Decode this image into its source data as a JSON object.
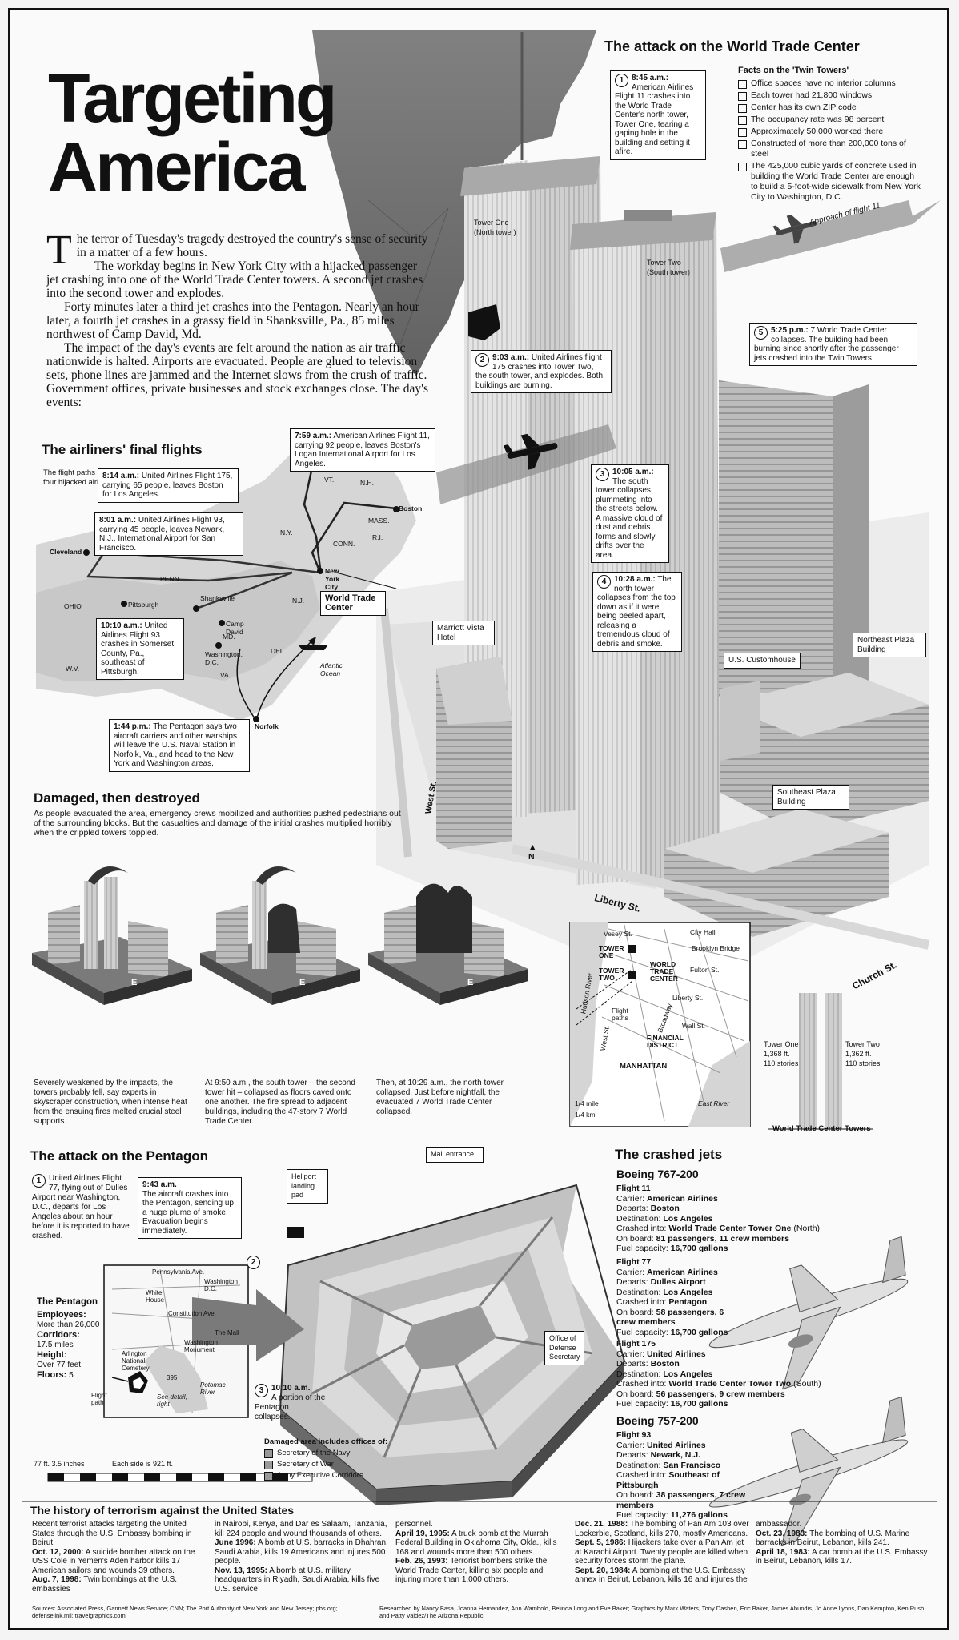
{
  "title_line1": "Targeting",
  "title_line2": "America",
  "intro": {
    "dropcap": "T",
    "p1": "he terror of Tuesday's tragedy destroyed the country's sense of security in a matter of a few hours.",
    "p2": "The workday begins in New York City  with a hijacked passenger jet crashing into one of the World Trade Center towers. A second jet crashes into the second tower and explodes.",
    "p3": "Forty minutes later a third jet crashes into the Pentagon. Nearly an hour later, a fourth jet crashes in a grassy field  in Shanksville, Pa., 85 miles northwest of Camp David, Md.",
    "p4": "The impact of the day's events are felt around the nation as air traffic nationwide is halted.  Airports are evacuated. People are glued to television sets, phone lines are jammed and the Internet slows from the crush of  traffic. Government offices, private businesses and stock exchanges close. The day's events:"
  },
  "wtc": {
    "heading": "The attack on the World Trade Center",
    "facts_heading": "Facts on the 'Twin Towers'",
    "facts": [
      "Office spaces have no interior columns",
      "Each tower had 21,800 windows",
      "Center has its own ZIP code",
      "The occupancy rate was 98 percent",
      "Approximately 50,000 worked there",
      "Constructed of more than 200,000 tons of steel",
      "The 425,000 cubic yards of concrete used in building the World Trade Center are enough to build a 5-foot-wide sidewalk from New York City to Washington, D.C."
    ],
    "approach_label": "Approach of flight 11",
    "tower_one": "Tower One (North tower)",
    "tower_two": "Tower Two (South tower)",
    "events": [
      {
        "num": "1",
        "time": "8:45 a.m.:",
        "text": "American Airlines Flight 11 crashes into the World Trade Center's north tower, Tower One, tearing a gaping hole in the building and setting it afire."
      },
      {
        "num": "2",
        "time": "9:03 a.m.:",
        "text": "United Airlines flight 175 crashes into Tower Two, the south tower, and explodes. Both buildings are burning."
      },
      {
        "num": "3",
        "time": "10:05 a.m.:",
        "text": "The south tower collapses, plummeting into the streets below. A massive cloud of dust and debris forms and slowly drifts over the area."
      },
      {
        "num": "4",
        "time": "10:28 a.m.:",
        "text": "The north tower collapses from the top down as if it were being peeled apart, releasing a tremendous cloud of debris and smoke."
      },
      {
        "num": "5",
        "time": "5:25 p.m.:",
        "text": "7 World Trade Center collapses. The building had been burning since shortly after the passenger jets crashed into the Twin Towers."
      }
    ],
    "labels": {
      "marriott": "Marriott Vista Hotel",
      "customs": "U.S. Customhouse",
      "northeast": "Northeast Plaza Building",
      "southeast": "Southeast Plaza Building",
      "west_st": "West St.",
      "liberty_st": "Liberty St.",
      "church_st": "Church St.",
      "north": "N"
    },
    "map": {
      "vesey": "Vesey St.",
      "tower_one": "TOWER ONE",
      "tower_two": "TOWER TWO",
      "wtc": "WORLD TRADE CENTER",
      "city_hall": "City Hall",
      "brooklyn_bridge": "Brooklyn Bridge",
      "fulton": "Fulton St.",
      "liberty": "Liberty St.",
      "broadway": "Broadway",
      "wall": "Wall St.",
      "hudson": "Hudson River",
      "west": "West St.",
      "flight_paths": "Flight paths",
      "financial": "FINANCIAL DISTRICT",
      "manhattan": "MANHATTAN",
      "east_river": "East River",
      "scale1": "1/4 mile",
      "scale2": "1/4 km"
    },
    "tower_one_stats": "Tower One 1,368 ft. 110 stories",
    "tower_two_stats": "Tower Two 1,362 ft. 110 stories",
    "towers_caption": "World Trade Center Towers"
  },
  "flights": {
    "heading": "The airliners' final flights",
    "sub": "The flight paths of three of the four hijacked airliners.",
    "boxes": [
      {
        "time": "7:59 a.m.:",
        "text": "American Airlines Flight 11, carrying 92 people, leaves Boston's Logan International Airport for Los Angeles."
      },
      {
        "time": "8:14 a.m.:",
        "text": "United Airlines Flight 175, carrying 65 people, leaves Boston for Los Angeles."
      },
      {
        "time": "8:01 a.m.:",
        "text": "United Airlines Flight 93, carrying 45 people, leaves Newark, N.J., International Airport for San Francisco."
      },
      {
        "time": "10:10 a.m.:",
        "text": "United Airlines Flight 93 crashes in Somerset County, Pa., southeast of Pittsburgh."
      },
      {
        "time": "1:44 p.m.:",
        "text": "The Pentagon says two aircraft carriers and other warships will leave the U.S. Naval Station in Norfolk, Va., and head to the New York and Washington areas."
      }
    ],
    "places": {
      "cleveland": "Cleveland",
      "pittsburgh": "Pittsburgh",
      "shanksville": "Shanksville",
      "camp_david": "Camp David",
      "washington": "Washington, D.C.",
      "new_york": "New York City",
      "boston": "Boston",
      "norfolk": "Norfolk",
      "atlantic": "Atlantic Ocean",
      "ohio": "OHIO",
      "penn": "PENN.",
      "ny": "N.Y.",
      "vt": "VT.",
      "nh": "N.H.",
      "mass": "MASS.",
      "ri": "R.I.",
      "conn": "CONN.",
      "nj": "N.J.",
      "md": "MD.",
      "del": "DEL.",
      "va": "VA.",
      "wv": "W.V.",
      "wtc": "World Trade Center"
    }
  },
  "damaged": {
    "heading": "Damaged, then destroyed",
    "intro": "As people evacuated the area, emergency crews mobilized and authorities pushed pedestrians out of the surrounding blocks. But the casualties and damage of the initial crashes multiplied horribly when the crippled towers toppled.",
    "captions": [
      "Severely weakened by the impacts, the towers probably fell, say experts in skyscraper construction, when intense heat from the ensuing fires melted crucial steel supports.",
      "At 9:50 a.m., the south tower – the second tower hit – collapsed as floors caved onto one another. The fire spread to adjacent buildings, including the 47-story 7 World Trade Center.",
      "Then, at 10:29 a.m., the north tower collapsed. Just before nightfall, the evacuated 7 World Trade Center collapsed."
    ],
    "e_label": "E"
  },
  "pentagon": {
    "heading": "The attack on the Pentagon",
    "events": [
      {
        "num": "1",
        "time": "",
        "text": "United Airlines Flight 77, flying out of Dulles Airport near Washington, D.C., departs for Los Angeles about an hour before it is reported to have crashed."
      },
      {
        "num": "2",
        "time": "9:43 a.m.",
        "text": "The aircraft crashes into the Pentagon, sending up a huge plume of smoke. Evacuation begins immediately."
      },
      {
        "num": "3",
        "time": "10:10 a.m.",
        "text": "A portion of the Pentagon collapses."
      }
    ],
    "mall_entrance": "Mall entrance",
    "helipad": "Heliport landing pad",
    "defense_office": "Office of Defense Secretary",
    "stats_heading": "The Pentagon",
    "stats": [
      {
        "label": "Employees:",
        "value": "More than 26,000"
      },
      {
        "label": "Corridors:",
        "value": "17.5 miles"
      },
      {
        "label": "Height:",
        "value": "Over 77 feet"
      },
      {
        "label": "Floors:",
        "value": "5"
      }
    ],
    "map_labels": {
      "pennsylvania": "Pennsylvania Ave.",
      "white_house": "White House",
      "washington": "Washington D.C.",
      "constitution": "Constitution Ave.",
      "mall": "The Mall",
      "monument": "Washington Monument",
      "arlington": "Arlington National Cemetery",
      "potomac": "Potomac River",
      "flight_path": "Flight path",
      "see_detail": "See detail, right",
      "route": "395"
    },
    "scale_left": "77 ft. 3.5 inches",
    "scale_right": "Each side is 921 ft.",
    "damaged_heading": "Damaged area includes offices of:",
    "damaged_items": [
      "Secretary of the Navy",
      "Secretary of War",
      "Army Executive Corridors"
    ]
  },
  "jets": {
    "heading": "The crashed jets",
    "model1": "Boeing 767-200",
    "model2": "Boeing 757-200",
    "flights": [
      {
        "name": "Flight 11",
        "carrier": "American Airlines",
        "departs": "Boston",
        "destination": "Los Angeles",
        "crashed": "World Trade Center Tower One",
        "crashed_extra": " (North)",
        "onboard": "81 passengers, 11 crew members",
        "fuel": "16,700 gallons"
      },
      {
        "name": "Flight 77",
        "carrier": "American Airlines",
        "departs": "Dulles Airport",
        "destination": "Los Angeles",
        "crashed": "Pentagon",
        "crashed_extra": "",
        "onboard": "58 passengers, 6 crew members",
        "fuel": "16,700 gallons"
      },
      {
        "name": "Flight 175",
        "carrier": "United Airlines",
        "departs": "Boston",
        "destination": "Los Angeles",
        "crashed": "World Trade Center Tower Two",
        "crashed_extra": " (South)",
        "onboard": "56 passengers, 9 crew members",
        "fuel": "16,700 gallons"
      },
      {
        "name": "Flight 93",
        "carrier": "United Airlines",
        "departs": "Newark, N.J.",
        "destination": "San Francisco",
        "crashed": "Southeast of Pittsburgh",
        "crashed_extra": "",
        "onboard": "38 passengers, 7 crew members",
        "fuel": "11,276 gallons"
      }
    ],
    "field_labels": {
      "carrier": "Carrier:",
      "departs": "Departs:",
      "destination": "Destination:",
      "crashed": "Crashed into:",
      "onboard": "On board:",
      "fuel": "Fuel capacity:"
    }
  },
  "history": {
    "heading": "The history of terrorism against the United States",
    "col1": [
      {
        "date": "",
        "text": "Recent terrorist attacks targeting the United States through the U.S. Embassy bombing in Beirut."
      },
      {
        "date": "Oct. 12, 2000:",
        "text": "A suicide bomber attack on the USS Cole in Yemen's Aden harbor kills 17 American sailors and wounds 39 others."
      },
      {
        "date": "Aug. 7, 1998:",
        "text": "Twin bombings at the U.S. embassies"
      }
    ],
    "col2": [
      {
        "date": "",
        "text": "in Nairobi, Kenya, and Dar es Salaam, Tanzania, kill 224 people and wound thousands of others."
      },
      {
        "date": "June 1996:",
        "text": "A bomb at U.S. barracks in Dhahran, Saudi Arabia, kills 19 Americans and injures 500 people."
      },
      {
        "date": "Nov. 13, 1995:",
        "text": "A bomb at U.S. military headquarters in Riyadh, Saudi Arabia, kills five U.S. service"
      }
    ],
    "col3": [
      {
        "date": "",
        "text": "personnel."
      },
      {
        "date": "April 19, 1995:",
        "text": "A truck bomb at the Murrah Federal Building in Oklahoma City, Okla., kills 168 and wounds more than 500 others."
      },
      {
        "date": "Feb. 26, 1993:",
        "text": "Terrorist bombers strike the World Trade Center, killing six people and injuring more than 1,000 others."
      }
    ],
    "col4": [
      {
        "date": "Dec. 21, 1988:",
        "text": "The bombing of Pan Am 103 over Lockerbie, Scotland, kills 270, mostly Americans."
      },
      {
        "date": "Sept. 5, 1986:",
        "text": "Hijackers take over a Pan Am jet at Karachi Airport. Twenty people are killed when security forces storm the plane."
      },
      {
        "date": "Sept. 20, 1984:",
        "text": "A bombing at the U.S. Embassy annex in Beirut, Lebanon, kills 16 and injures the"
      }
    ],
    "col5": [
      {
        "date": "",
        "text": "ambassador."
      },
      {
        "date": "Oct. 23, 1983:",
        "text": "The bombing of U.S. Marine barracks in Beirut, Lebanon, kills 241."
      },
      {
        "date": "April 18, 1983:",
        "text": "A car bomb at the U.S. Embassy in Beirut, Lebanon, kills 17."
      }
    ]
  },
  "sources": "Sources: Associated Press, Gannett News Service; CNN; The Port Authority of New York and New Jersey; pbs.org; defenselink.mil; travelgraphics.com",
  "credits": "Researched by Nancy Basa, Joanna Hernandez, Ann Wambold, Belinda Long and Eve Baker; Graphics by Mark Waters, Tony Dashen, Eric Baker, James Abundis, Jo Anne Lyons, Dan Kempton, Ken Rush and Patty Valdez/The Arizona Republic"
}
